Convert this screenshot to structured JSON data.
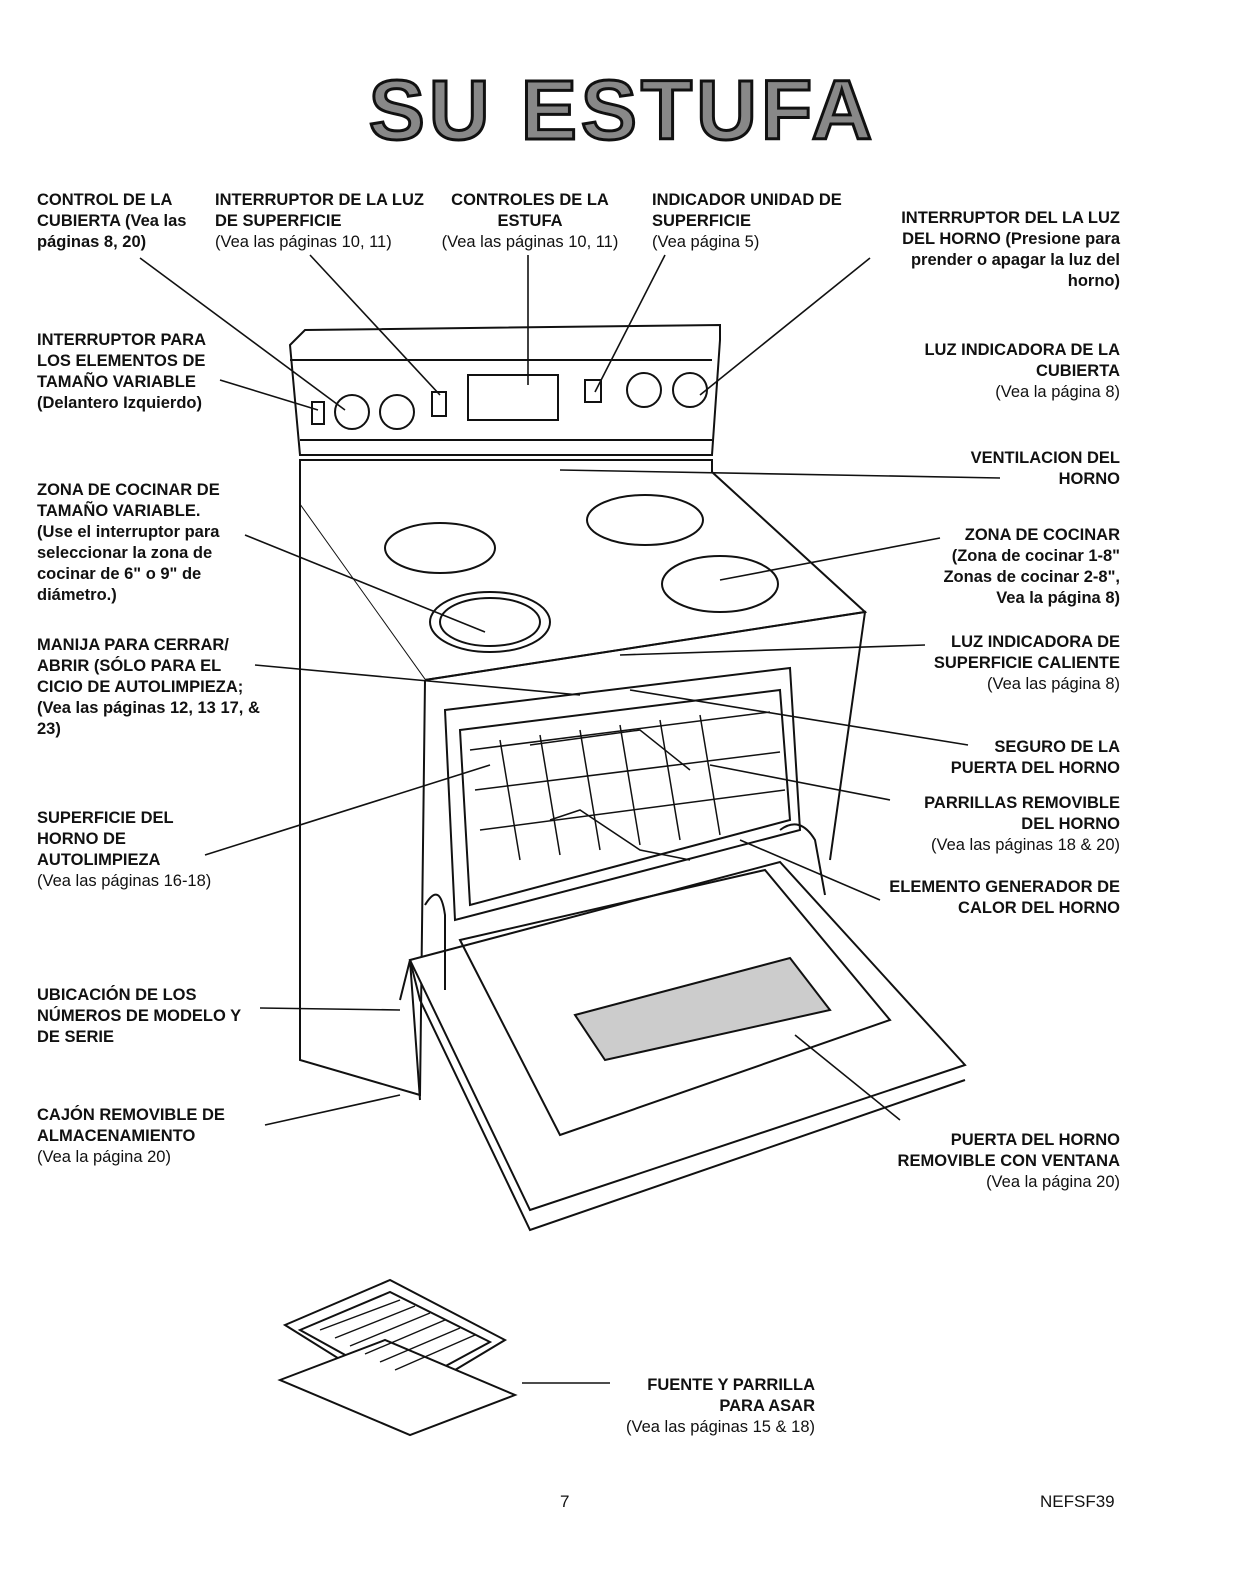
{
  "title": "SU ESTUFA",
  "labels": {
    "control_cubierta": {
      "h": "CONTROL DE LA CUBIERTA (Vea las",
      "s": "páginas 8, 20)"
    },
    "interruptor_luz_superficie": {
      "h": "INTERRUPTOR DE LA LUZ DE SUPERFICIE",
      "s": "(Vea las páginas 10, 11)"
    },
    "controles_estufa": {
      "h": "CONTROLES DE LA ESTUFA",
      "s": "(Vea las páginas 10, 11)"
    },
    "indicador_unidad": {
      "h": "INDICADOR UNIDAD DE SUPERFICIE",
      "s": "(Vea página 5)"
    },
    "interruptor_luz_horno": {
      "h": "INTERRUPTOR DEL LA LUZ DEL HORNO (Presione para prender o apagar la luz del horno)",
      "s": ""
    },
    "interruptor_elementos": {
      "h": "INTERRUPTOR PARA LOS ELEMENTOS DE TAMAÑO VARIABLE",
      "s": "(Delantero Izquierdo)"
    },
    "luz_indicadora_cubierta": {
      "h": "LUZ INDICADORA DE LA CUBIERTA",
      "s": "(Vea la página 8)"
    },
    "ventilacion": {
      "h": "VENTILACION DEL HORNO",
      "s": ""
    },
    "zona_variable": {
      "h": "ZONA DE COCINAR DE TAMAÑO VARIABLE.",
      "s": "(Use el interruptor para seleccionar la zona de cocinar de 6\" o 9\" de diámetro.)"
    },
    "zona_cocinar": {
      "h": "ZONA DE COCINAR",
      "s": "(Zona de cocinar 1-8\" Zonas de cocinar 2-8\", Vea la página 8)"
    },
    "manija": {
      "h": "MANIJA PARA CERRAR/ ABRIR (SÓLO PARA EL CICIO DE AUTOLIMPIEZA;",
      "s": "(Vea las páginas 12, 13 17, & 23)"
    },
    "luz_superficie_caliente": {
      "h": "LUZ INDICADORA DE SUPERFICIE CALIENTE",
      "s": "(Vea las página 8)"
    },
    "seguro_puerta": {
      "h": "SEGURO DE LA PUERTA DEL HORNO",
      "s": ""
    },
    "parrillas": {
      "h": "PARRILLAS REMOVIBLE DEL HORNO",
      "s": "(Vea las páginas 18 & 20)"
    },
    "superficie_horno": {
      "h": "SUPERFICIE DEL HORNO DE AUTOLIMPIEZA",
      "s": "(Vea las páginas 16-18)"
    },
    "elemento_generador": {
      "h": "ELEMENTO GENERADOR DE CALOR DEL HORNO",
      "s": ""
    },
    "ubicacion_numeros": {
      "h": "UBICACIÓN DE LOS NÚMEROS DE MODELO Y DE SERIE",
      "s": ""
    },
    "cajon": {
      "h": "CAJÓN REMOVIBLE DE ALMACENAMIENTO",
      "s": "(Vea la página 20)"
    },
    "puerta_horno": {
      "h": "PUERTA DEL HORNO REMOVIBLE CON VENTANA",
      "s": "(Vea la página 20)"
    },
    "fuente_parrilla": {
      "h": "FUENTE Y PARRILLA PARA ASAR",
      "s": "(Vea las páginas 15 & 18)"
    }
  },
  "footer": {
    "page": "7",
    "code": "NEFSF39"
  }
}
